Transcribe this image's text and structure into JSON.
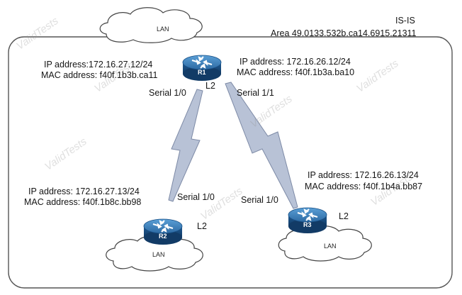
{
  "area": {
    "protocol": "IS-IS",
    "area_id": "Area  49.0133.532b.ca14.6915.21311"
  },
  "clouds": {
    "top": "LAN",
    "r2": "LAN",
    "r3": "LAN"
  },
  "routers": {
    "r1": {
      "name": "R1",
      "level": "L2"
    },
    "r2": {
      "name": "R2",
      "level": "L2"
    },
    "r3": {
      "name": "R3",
      "level": "L2"
    }
  },
  "interfaces": {
    "r1_left": {
      "ip": "IP address:172.16.27.12/24",
      "mac": "MAC address: f40f.1b3b.ca11",
      "port": "Serial 1/0"
    },
    "r1_right": {
      "ip": "IP address: 172.16.26.12/24",
      "mac": "MAC address: f40f.1b3a.ba10",
      "port": "Serial 1/1"
    },
    "r2": {
      "ip": "IP address: 172.16.27.13/24",
      "mac": "MAC address: f40f.1b8c.bb98",
      "port": "Serial 1/0"
    },
    "r3": {
      "ip": "IP address: 172.16.26.13/24",
      "mac": "MAC address: f40f.1b4a.bb87",
      "port": "Serial 1/0"
    }
  },
  "watermark": "ValidTests",
  "colors": {
    "router_body": "#1f5f9a",
    "router_top": "#4a90c8",
    "link": "#b8c2d6",
    "border": "#555555"
  },
  "icons": {
    "router": "router-icon",
    "cloud": "lan-cloud-icon",
    "link": "serial-link-icon"
  }
}
